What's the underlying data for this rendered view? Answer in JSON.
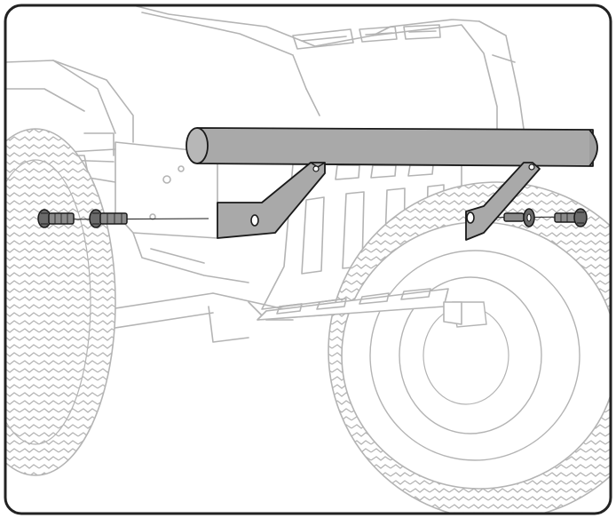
{
  "illustration": {
    "frame_color": "#222222",
    "line_color": "#b4b4b4",
    "highlight_fill": "#a9a9a9",
    "highlight_stroke": "#1a1a1a",
    "fastener_fill": "#6a6a6a",
    "icons": [
      "lawn-tractor-front-outline",
      "front-bumper-bar",
      "bumper-bracket-left",
      "bumper-bracket-right",
      "bolt-icon",
      "washer-icon",
      "assembly-guide-line"
    ]
  }
}
